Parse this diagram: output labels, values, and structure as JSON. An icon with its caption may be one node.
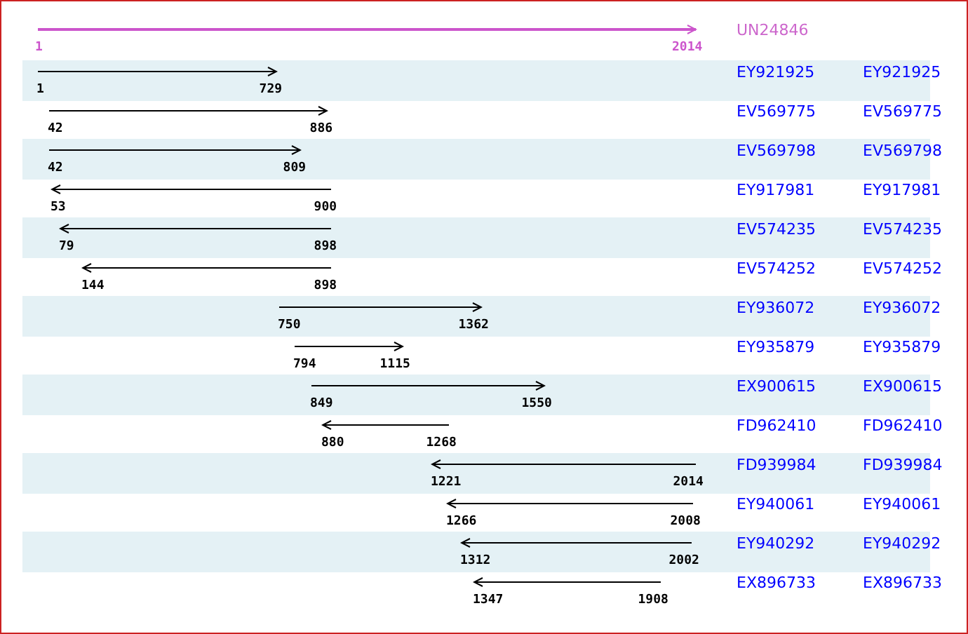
{
  "diagram": {
    "labels": [
      "UN24846",
      "1",
      "2014",
      "EY921925",
      "EY921925",
      "1",
      "729",
      "EV569775",
      "EV569775",
      "42",
      "886",
      "EV569798",
      "EV569798",
      "42",
      "809",
      "EY917981",
      "EY917981",
      "53",
      "900",
      "EV574235",
      "EV574235",
      "79",
      "898",
      "EV574252",
      "EV574252",
      "144",
      "898",
      "EY936072",
      "EY936072",
      "750",
      "1362",
      "EY935879",
      "EY935879",
      "794",
      "1115",
      "EX900615",
      "EX900615",
      "849",
      "1550",
      "FD962410",
      "FD962410",
      "880",
      "1268",
      "FD939984",
      "FD939984",
      "1221",
      "2014",
      "EY940061",
      "EY940061",
      "1266",
      "2008",
      "EY940292",
      "EY940292",
      "1312",
      "2002",
      "EX896733",
      "EX896733",
      "1347",
      "1908"
    ]
  }
}
